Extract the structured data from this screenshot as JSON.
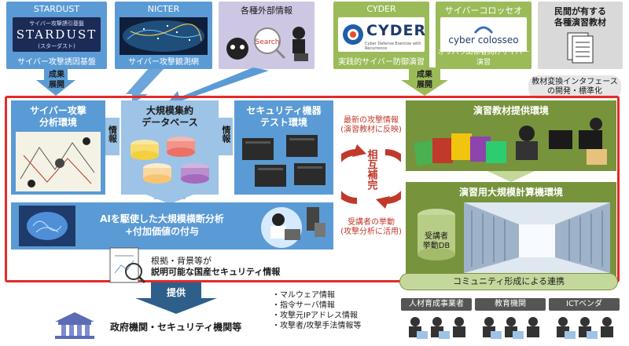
{
  "sources": {
    "stardust": {
      "title": "STARDUST",
      "logo": "STARDUST",
      "logo_top": "サイバー攻撃誘引基盤",
      "logo_bottom": "(スターダスト)",
      "sub": "サイバー攻撃誘因基盤"
    },
    "nicter": {
      "title": "NICTER",
      "sub": "サイバー攻撃観測網"
    },
    "external": {
      "title": "各種外部情報",
      "search": "Search"
    },
    "cyder": {
      "title": "CYDER",
      "logo": "CYDER",
      "logo_sub": "Cyber Defense Exercise with Recurrence",
      "sub": "実践的サイバー防御演習"
    },
    "colosseo": {
      "title": "サイバーコロッセオ",
      "logo": "cyber colosseo",
      "sub": "オリパラ関係者向けサイバー演習"
    },
    "private": {
      "title_line1": "民間が有する",
      "title_line2": "各種演習教材"
    }
  },
  "labels": {
    "seika_left": [
      "成果",
      "展開"
    ],
    "seika_right": [
      "成果",
      "展開"
    ],
    "joho1": "情報",
    "joho2": "情報",
    "interface": [
      "教材変換インタフェース",
      "の開発・標準化"
    ],
    "latest": [
      "最新の攻撃情報",
      "(演習教材に反映)"
    ],
    "mutual": "相互補完",
    "learner": [
      "受講者の挙動",
      "(攻撃分析に活用)"
    ]
  },
  "panels": {
    "cyber_analysis": [
      "サイバー攻撃",
      "分析環境"
    ],
    "big_db": [
      "大規模集約",
      "データベース"
    ],
    "security_test": [
      "セキュリティ機器",
      "テスト環境"
    ],
    "ai": [
      "AIを駆使した大規模横断分析",
      "+付加価値の付与"
    ],
    "exercise_material": "演習教材提供環境",
    "exercise_compute": "演習用大規模計算機環境",
    "learner_db": [
      "受講者",
      "挙動DB"
    ]
  },
  "evidence": [
    "根拠・背景等が",
    "説明可能な国産セキュリティ情報"
  ],
  "provide": "提供",
  "government": "政府機関・セキュリティ機関等",
  "info_list": [
    "・マルウェア情報",
    "・指令サーバ情報",
    "・攻撃元IPアドレス情報",
    "・攻撃者/攻撃手法情報等"
  ],
  "community": {
    "title": "コミュニティ形成による連携",
    "groups": [
      "人材育成事業者",
      "教育機関",
      "ICTベンダ"
    ]
  },
  "colors": {
    "red_frame": "#e52a2a",
    "panel_blue": "#5b9bd5",
    "panel_green": "#77933c",
    "source_green": "#9bbb59",
    "dark_arrow": "#2d5f8a"
  }
}
